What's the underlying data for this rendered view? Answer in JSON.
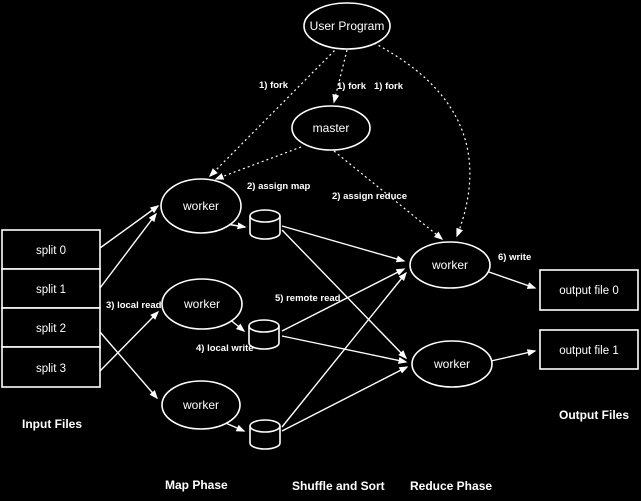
{
  "diagram": {
    "background": "#000000",
    "foreground": "#ffffff",
    "nodes": {
      "user_program": {
        "label": "User Program"
      },
      "master": {
        "label": "master"
      },
      "map_worker_1": {
        "label": "worker"
      },
      "map_worker_2": {
        "label": "worker"
      },
      "map_worker_3": {
        "label": "worker"
      },
      "reduce_worker_1": {
        "label": "worker"
      },
      "reduce_worker_2": {
        "label": "worker"
      },
      "split_0": {
        "label": "split 0"
      },
      "split_1": {
        "label": "split 1"
      },
      "split_2": {
        "label": "split 2"
      },
      "split_3": {
        "label": "split 3"
      },
      "output_file_0": {
        "label": "output file 0"
      },
      "output_file_1": {
        "label": "output file 1"
      }
    },
    "edge_labels": {
      "fork_left": "1) fork",
      "fork_center": "1) fork",
      "fork_right": "1) fork",
      "assign_map": "2) assign map",
      "assign_reduce": "2) assign reduce",
      "local_read": "3) local read",
      "local_write": "4) local write",
      "remote_read": "5) remote read",
      "write": "6) write"
    },
    "section_labels": {
      "input_files": "Input Files",
      "map_phase": "Map Phase",
      "shuffle_and_sort": "Shuffle and Sort",
      "reduce_phase": "Reduce Phase",
      "output_files": "Output Files"
    }
  }
}
